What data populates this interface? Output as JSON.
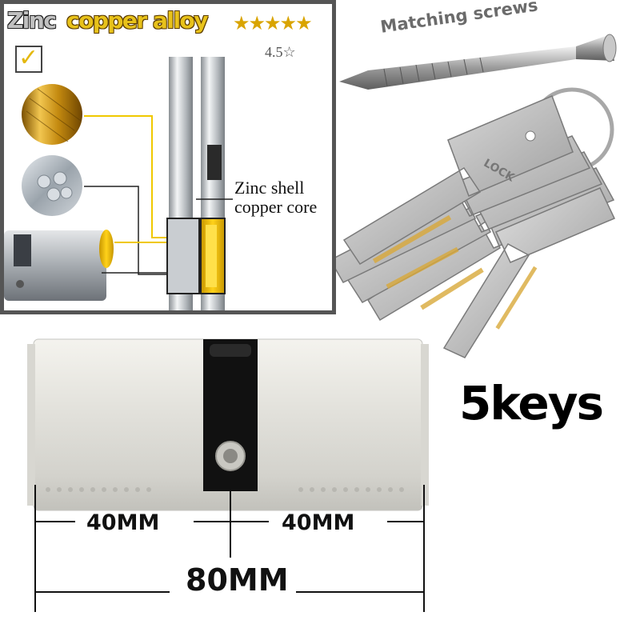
{
  "inset": {
    "title_part1": "Zinc",
    "title_part2": "copper alloy",
    "stars": "★★★★★",
    "rating": "4.5☆",
    "label_line1": "Zinc shell",
    "label_line2": "copper core"
  },
  "screw_label": "Matching screws",
  "keys_label": "5keys",
  "dimensions": {
    "left": "40MM",
    "right": "40MM",
    "total": "80MM"
  },
  "colors": {
    "brass": "#e8c21a",
    "steel": "#c0c0c0",
    "border": "#555555"
  }
}
